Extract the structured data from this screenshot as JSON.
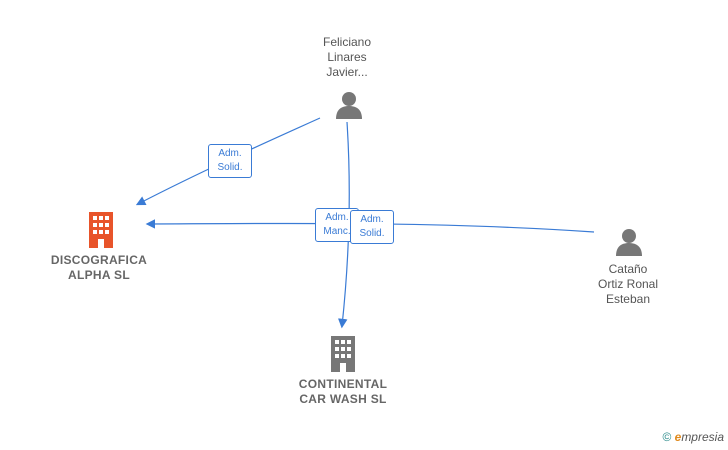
{
  "nodes": {
    "feliciano": {
      "lines": [
        "Feliciano",
        "Linares",
        "Javier..."
      ]
    },
    "catano": {
      "lines": [
        "Cataño",
        "Ortiz Ronal",
        "Esteban"
      ]
    },
    "discografica": {
      "lines": [
        "DISCOGRAFICA",
        "ALPHA  SL"
      ],
      "color": "#e8542a"
    },
    "continental": {
      "lines": [
        "CONTINENTAL",
        "CAR WASH  SL"
      ],
      "color": "#777777"
    }
  },
  "edges": {
    "e1": {
      "lines": [
        "Adm.",
        "Solid."
      ]
    },
    "e2": {
      "lines": [
        "Adm.",
        "Manc."
      ]
    },
    "e3": {
      "lines": [
        "Adm.",
        "Solid."
      ]
    }
  },
  "colors": {
    "edge": "#3a7bd5",
    "person": "#777777"
  },
  "watermark": {
    "symbol": "©",
    "brand_first": "e",
    "brand_rest": "mpresia"
  }
}
